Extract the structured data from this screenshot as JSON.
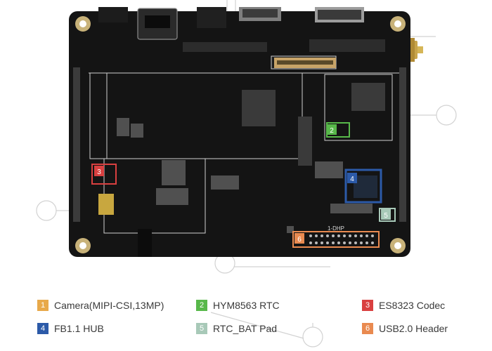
{
  "legend": [
    {
      "number": "1",
      "label": "Camera(MIPI-CSI,13MP)",
      "color": "#e8a94a"
    },
    {
      "number": "2",
      "label": "HYM8563 RTC",
      "color": "#58b84a"
    },
    {
      "number": "3",
      "label": "ES8323 Codec",
      "color": "#d94040"
    },
    {
      "number": "4",
      "label": "FB1.1 HUB",
      "color": "#2c5aa8"
    },
    {
      "number": "5",
      "label": "RTC_BAT Pad",
      "color": "#a8c9b8"
    },
    {
      "number": "6",
      "label": "USB2.0 Header",
      "color": "#e98a50"
    }
  ],
  "board": {
    "silkscreen_header": "1-DHP",
    "background_color": "#141414",
    "silk_color": "#d8d8d8",
    "mount_hole_color": "#c8b279"
  }
}
